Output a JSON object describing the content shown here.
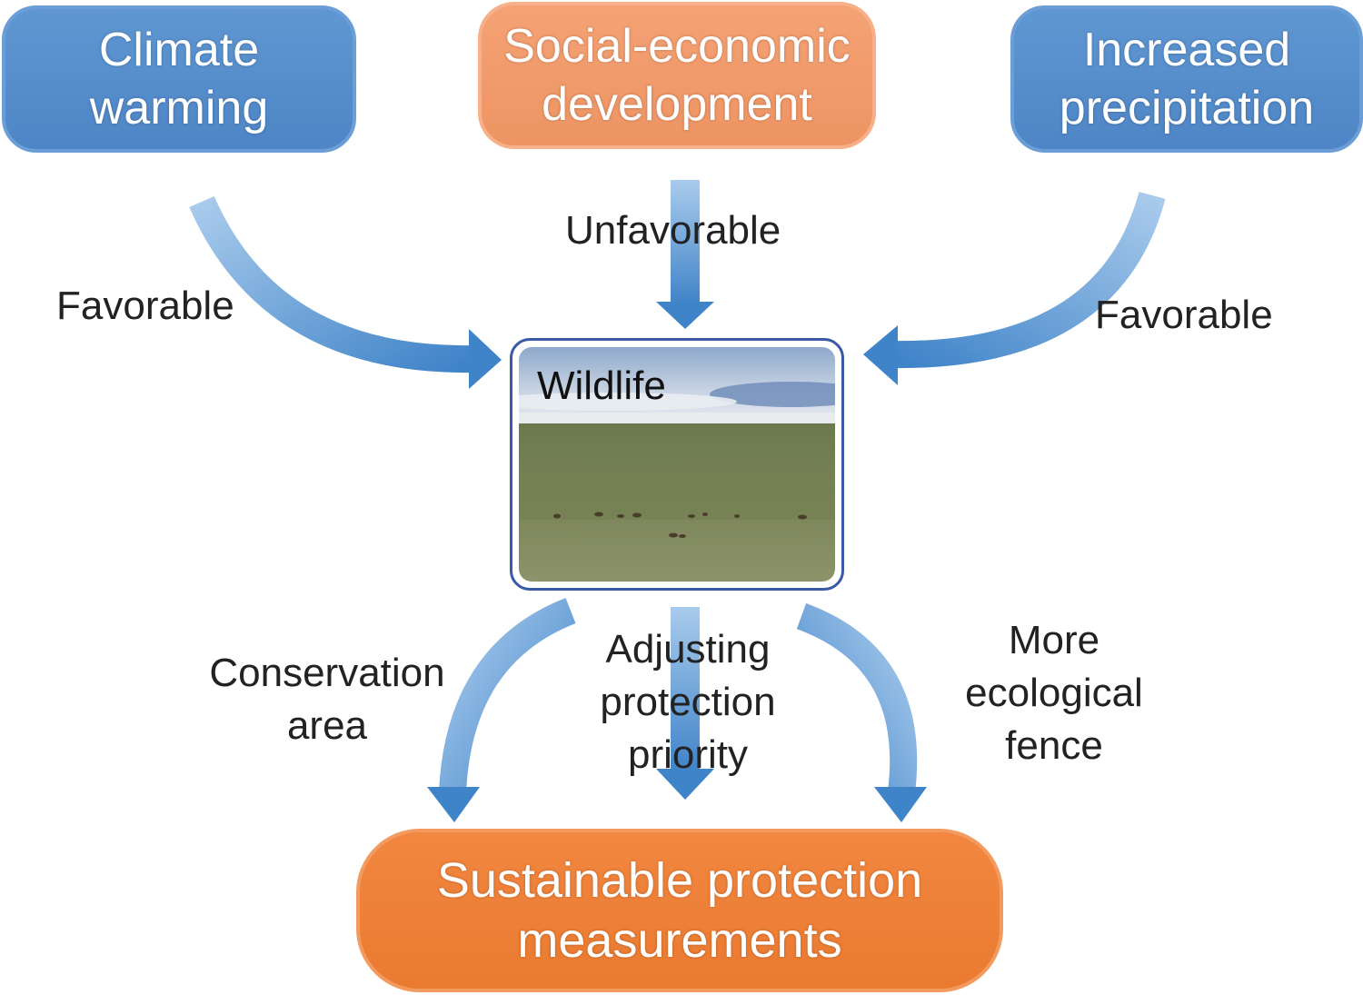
{
  "boxes": {
    "climate": {
      "line1": "Climate",
      "line2": "warming"
    },
    "social": {
      "line1": "Social-economic",
      "line2": "development"
    },
    "precipitation": {
      "line1": "Increased",
      "line2": "precipitation"
    },
    "sustainable": {
      "line1": "Sustainable protection",
      "line2": "measurements"
    }
  },
  "center": {
    "title": "Wildlife"
  },
  "labels": {
    "favorable_left": "Favorable",
    "unfavorable": "Unfavorable",
    "favorable_right": "Favorable",
    "conservation": {
      "line1": "Conservation",
      "line2": "area"
    },
    "adjusting": {
      "line1": "Adjusting",
      "line2": "protection",
      "line3": "priority"
    },
    "fence": {
      "line1": "More",
      "line2": "ecological",
      "line3": "fence"
    }
  },
  "colors": {
    "blue_box": "#5589cb",
    "peach_box": "#f19a6a",
    "orange_box": "#ee7f35",
    "arrow_blue": "#4a8acb",
    "frame_border": "#3a5aa6"
  }
}
